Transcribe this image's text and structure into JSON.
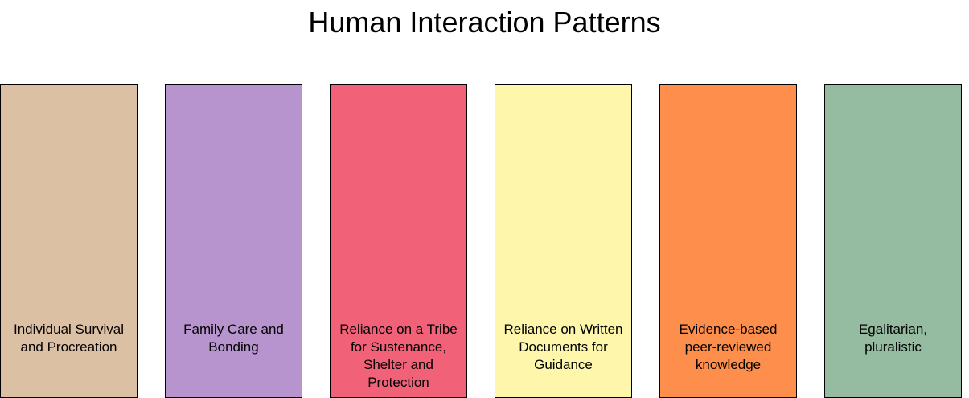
{
  "title": "Human Interaction Patterns",
  "boxes": [
    {
      "label": "Individual Survival and Procreation",
      "color": "#dcc0a3"
    },
    {
      "label": "Family Care and Bonding",
      "color": "#b794cd"
    },
    {
      "label": "Reliance on a Tribe for Sustenance, Shelter and Protection",
      "color": "#f16279"
    },
    {
      "label": "Reliance on Written Documents for Guidance",
      "color": "#fdf6ab"
    },
    {
      "label": "Evidence-based peer-reviewed knowledge",
      "color": "#fe8e4b"
    },
    {
      "label": "Egalitarian, pluralistic",
      "color": "#95bba0"
    }
  ]
}
